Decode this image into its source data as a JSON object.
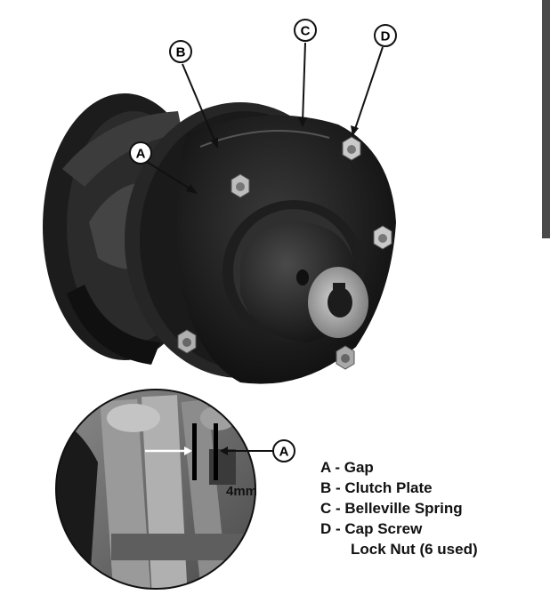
{
  "callouts": {
    "a_main": "A",
    "b": "B",
    "c": "C",
    "d": "D",
    "a_detail": "A"
  },
  "detail": {
    "dimension": "4mm"
  },
  "legend": {
    "items": [
      "A - Gap",
      "B - Clutch Plate",
      "C - Belleville Spring",
      "D - Cap Screw",
      "Lock Nut (6 used)"
    ]
  }
}
